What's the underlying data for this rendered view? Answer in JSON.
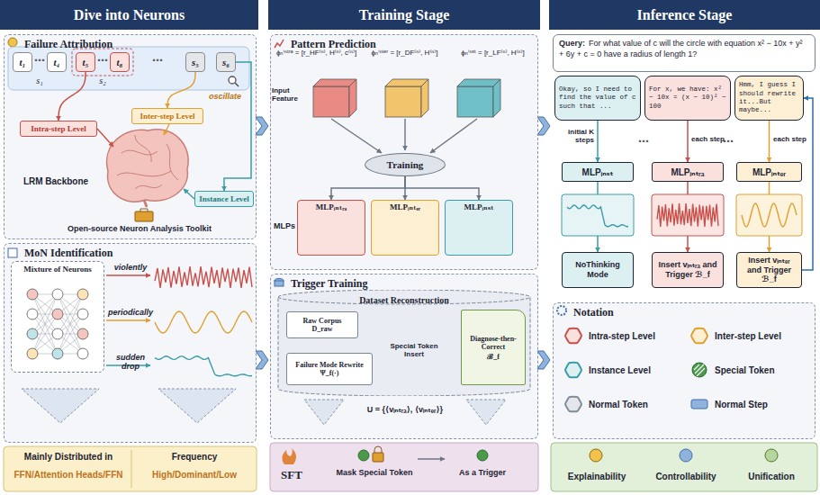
{
  "diagram": {
    "nodes": [
      {
        "text": [
          "Dive into Neurons"
        ]
      },
      {
        "text": [
          "Failure Attribution"
        ]
      },
      {
        "text": [
          "t₁"
        ],
        "in": 1
      },
      {
        "text": [
          "t₄"
        ],
        "in": 1
      },
      {
        "text": [
          "t₅"
        ],
        "in": 1
      },
      {
        "text": [
          "t₈"
        ],
        "in": 1
      },
      {
        "text": [
          "s₅"
        ],
        "in": 1
      },
      {
        "text": [
          "s₆"
        ],
        "in": 1
      },
      {
        "text": [
          "Intra-step Level"
        ],
        "in": 1
      },
      {
        "text": [
          "Inter-step Level"
        ],
        "in": 1
      },
      {
        "text": [
          "Instance Level"
        ],
        "in": 1
      },
      {
        "text": [
          "MoN Identification"
        ]
      },
      {
        "text": [
          "Mixture of Neurons"
        ],
        "in": 11
      },
      {
        "text": [
          "Training Stage"
        ]
      },
      {
        "text": [
          "Pattern Prediction"
        ]
      },
      {
        "text": [
          "Training"
        ],
        "in": 14
      },
      {
        "text": [
          "MLPᵢₙₜᵣₐ"
        ],
        "in": 14
      },
      {
        "text": [
          "MLPᵢₙₜₑᵣ"
        ],
        "in": 14
      },
      {
        "text": [
          "MLPᵢₙₛₜ"
        ],
        "in": 14
      },
      {
        "text": [
          "Trigger Training"
        ]
      },
      {
        "text": [
          "Dataset Reconstruction"
        ],
        "in": 19
      },
      {
        "text": [
          "Raw Corpus",
          "D_raw"
        ],
        "in": 20
      },
      {
        "text": [
          "Failure Mode Rewrite",
          "Ψ_f(·)"
        ],
        "in": 20
      },
      {
        "text": [
          "Diagnose-then-Correct",
          "ℬ_f"
        ],
        "in": 20
      },
      {
        "text": [
          "SFT"
        ]
      },
      {
        "text": [
          "Inference Stage"
        ]
      },
      {
        "text": [
          "Query:",
          "For what value of c will the circle with equation x² − 10x + y² + 6y + c = 0 have a radius of length 1?"
        ]
      },
      {
        "text": [
          "Okay, so I need to find the value of c such that ..."
        ]
      },
      {
        "text": [
          "For x, we have: x² − 10x = (x − 10)² − 100"
        ]
      },
      {
        "text": [
          "Hmm, I guess I should rewrite it...But maybe..."
        ]
      },
      {
        "text": [
          "MLPᵢₙₛₜ"
        ]
      },
      {
        "text": [
          "MLPᵢₙₜᵣₐ"
        ]
      },
      {
        "text": [
          "MLPᵢₙₜₑᵣ"
        ]
      },
      {
        "text": [
          "NoThinking Mode"
        ]
      },
      {
        "text": [
          "Insert vᵢₙₜᵣₐ and Trigger ℬ_f"
        ]
      },
      {
        "text": [
          "Insert vᵢₙₜₑᵣ and Trigger ℬ_f"
        ]
      },
      {
        "text": [
          "Notation"
        ]
      }
    ],
    "edges": [
      {
        "from": 4,
        "to": 8,
        "arrow": "to"
      },
      {
        "from": 6,
        "to": 9,
        "arrow": "to"
      },
      {
        "from": 7,
        "to": 10,
        "arrow": "to"
      },
      {
        "from": 15,
        "to": 16,
        "arrow": "to"
      },
      {
        "from": 15,
        "to": 17,
        "arrow": "to"
      },
      {
        "from": 15,
        "to": 18,
        "arrow": "to"
      },
      {
        "from": 21,
        "to": 22,
        "arrow": "to"
      },
      {
        "from": 27,
        "to": 30,
        "arrow": "to"
      },
      {
        "from": 28,
        "to": 31,
        "arrow": "to"
      },
      {
        "from": 29,
        "to": 32,
        "arrow": "to"
      },
      {
        "from": 30,
        "to": 33,
        "arrow": "to"
      },
      {
        "from": 31,
        "to": 34,
        "arrow": "to"
      },
      {
        "from": 32,
        "to": 35,
        "arrow": "to"
      },
      {
        "from": 35,
        "to": 29,
        "arrow": "to"
      }
    ],
    "labels": [
      "⋯",
      "s₁",
      "⋯",
      "s₂",
      "⋯",
      "oscillate",
      "LRM Backbone",
      "Open-source Neuron Analysis Toolkit",
      "violently",
      "periodically",
      "sudden drop",
      "Mainly Distributed in",
      "FFN/Attention Heads/FFN",
      "Frequency",
      "High/Dominant/Low",
      "ϕₙⁱⁿᵗʳᵃ = [r_HF⁽ⁿ⁾, H⁽ⁿ⁾, c⁽ⁿ⁾]",
      "ϕₙⁱⁿᵗᵉʳ = [r_DF⁽ⁿ⁾, H⁽ⁿ⁾]",
      "ϕₙⁱⁿˢᵗ = [r_LF⁽ⁿ⁾, H⁽ⁿ⁾]",
      "Input Feature",
      "MLPs",
      "Special Token Insert",
      "U = {⟨vᵢₙₜᵣₐ⟩, ⟨vᵢₙₜₑᵣ⟩}",
      "Mask Special Token",
      "As a Trigger",
      "initial K steps",
      "⋯",
      "each step",
      "⋯",
      "each step",
      "Explainability",
      "Controllability",
      "Unification"
    ],
    "legend": [
      {
        "text": "Intra-step Level"
      },
      {
        "text": "Inter-step Level"
      },
      {
        "text": "Instance Level"
      },
      {
        "text": "Special Token"
      },
      {
        "text": "Normal Token"
      },
      {
        "text": "Normal Step"
      }
    ]
  }
}
